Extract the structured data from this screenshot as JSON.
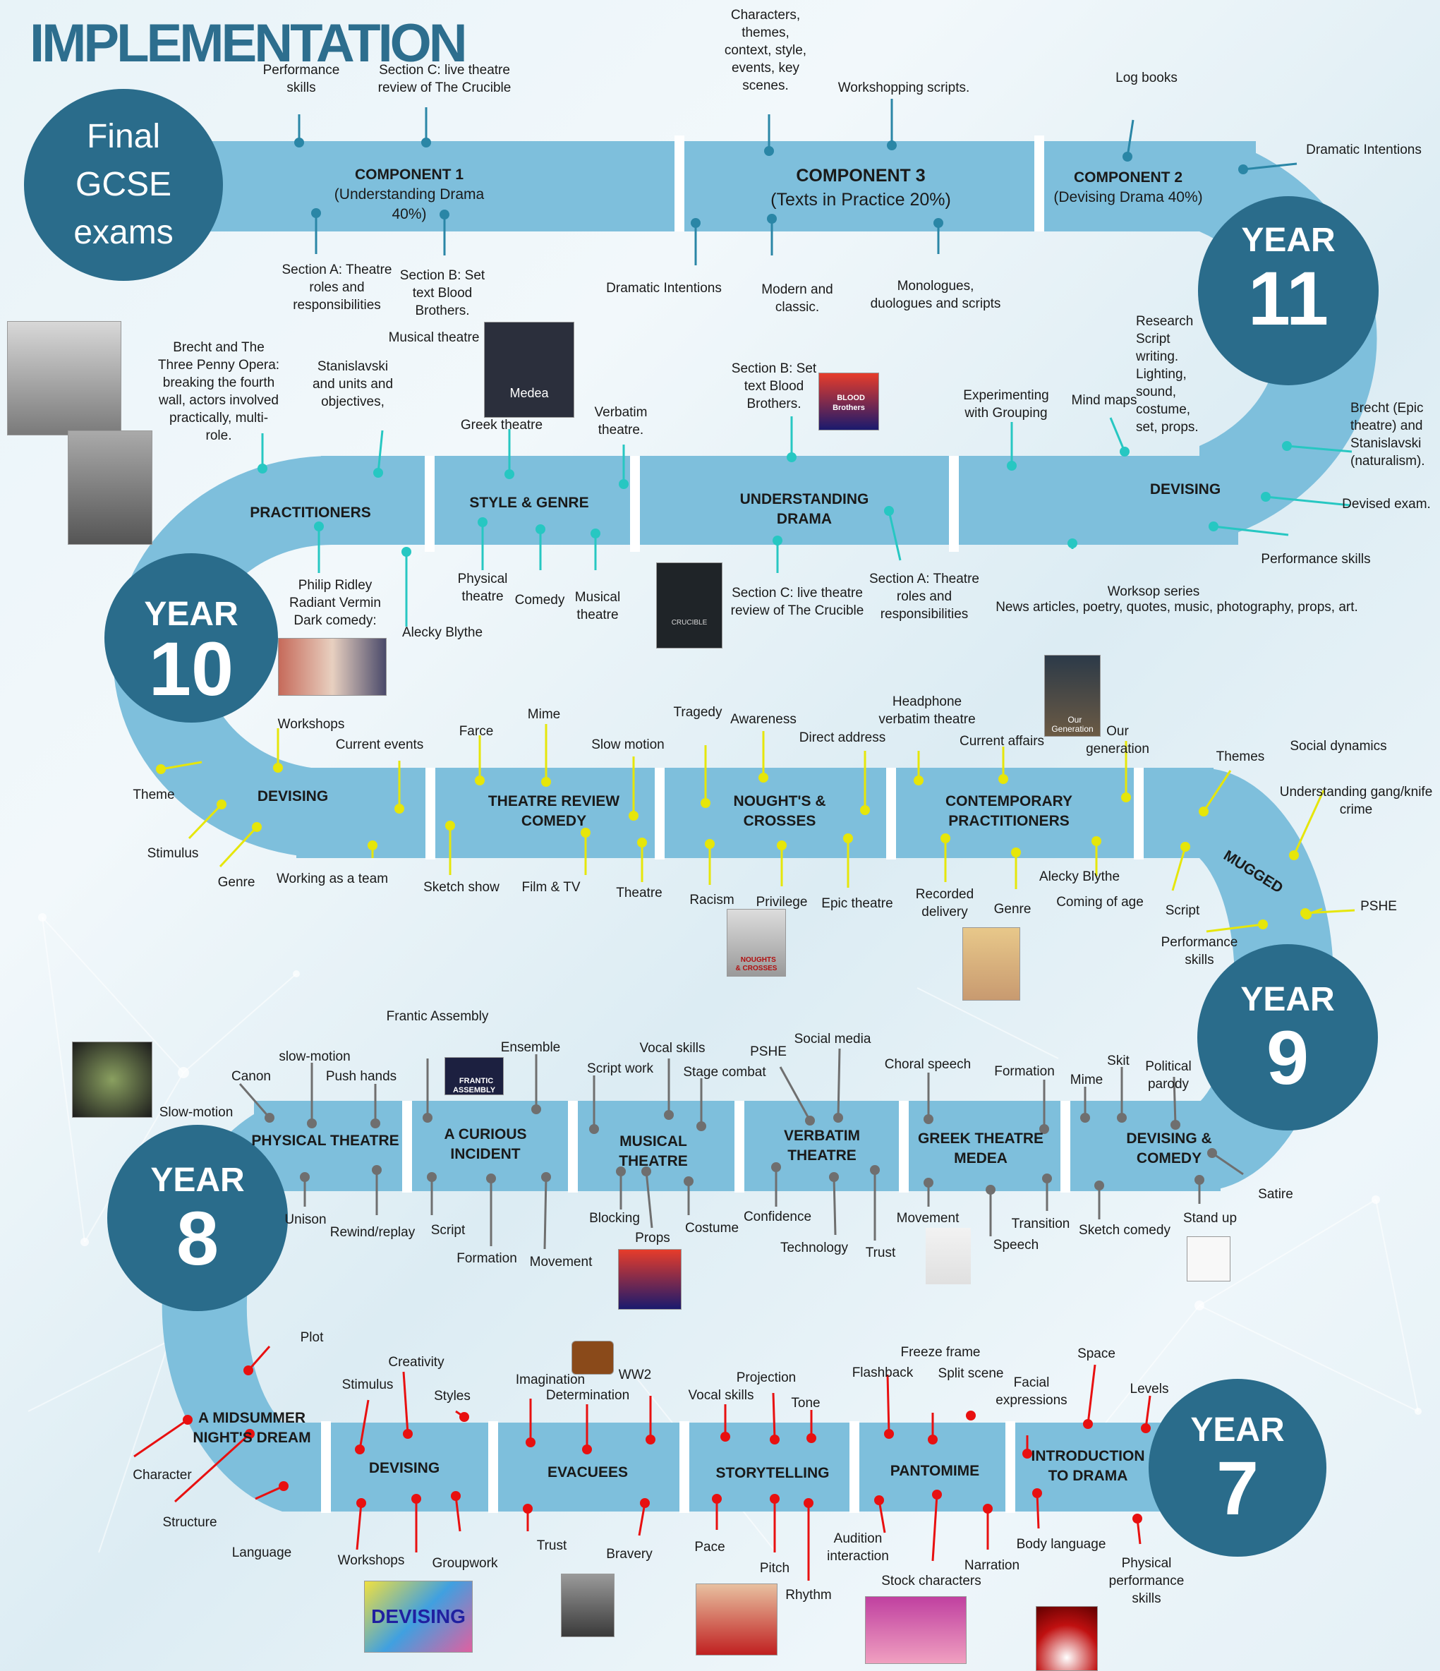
{
  "title": "IMPLEMENTATION",
  "final_exams": "Final GCSE exams",
  "years": {
    "y11": {
      "label": "YEAR",
      "num": "11"
    },
    "y10": {
      "label": "YEAR",
      "num": "10"
    },
    "y9": {
      "label": "YEAR",
      "num": "9"
    },
    "y8": {
      "label": "YEAR",
      "num": "8"
    },
    "y7": {
      "label": "YEAR",
      "num": "7"
    }
  },
  "segments": {
    "c1a": "COMPONENT 1",
    "c1b": "(Understanding Drama",
    "c1c": "40%)",
    "c3a": "COMPONENT 3",
    "c3b": "(Texts in Practice 20%)",
    "c2a": "COMPONENT 2",
    "c2b": "(Devising Drama 40%)",
    "practitioners": "PRACTITIONERS",
    "style_genre": "STYLE & GENRE",
    "ud1": "UNDERSTANDING",
    "ud2": "DRAMA",
    "devising10": "DEVISING",
    "devising9": "DEVISING",
    "trc1": "THEATRE REVIEW",
    "trc2": "COMEDY",
    "nc1": "NOUGHT'S &",
    "nc2": "CROSSES",
    "cp1": "CONTEMPORARY",
    "cp2": "PRACTITIONERS",
    "mugged": "MUGGED",
    "pt": "PHYSICAL THEATRE",
    "aci1": "A CURIOUS",
    "aci2": "INCIDENT",
    "mt1": "MUSICAL",
    "mt2": "THEATRE",
    "vt1": "VERBATIM",
    "vt2": "THEATRE",
    "gtm1": "GREEK THEATRE",
    "gtm2": "MEDEA",
    "dc1": "DEVISING &",
    "dc2": "COMEDY",
    "msnd1": "A MIDSUMMER",
    "msnd2": "NIGHT'S DREAM",
    "devising7": "DEVISING",
    "evacuees": "EVACUEES",
    "storytelling": "STORYTELLING",
    "pantomime": "PANTOMIME",
    "itd1": "INTRODUCTION",
    "itd2": "TO DRAMA"
  },
  "labels": {
    "perf_skills_11": "Performance\nskills",
    "sec_c_11": "Section C: live theatre\nreview of The Crucible",
    "characters": "Characters,\nthemes,\ncontext, style,\nevents, key\nscenes.",
    "workshopping": "Workshopping scripts.",
    "log_books": "Log books",
    "dramatic_int_r": "Dramatic Intentions",
    "sec_a_11": "Section A: Theatre\nroles and\nresponsibilities",
    "sec_b_11": "Section B: Set\ntext Blood\nBrothers.",
    "dramatic_int_11": "Dramatic Intentions",
    "modern": "Modern and\nclassic.",
    "monologues": "Monologues,\nduologues and scripts",
    "research": "Research\nScript\nwriting.\nLighting,\nsound,\ncostume,\nset, props.",
    "brecht_opera": "Brecht and The\nThree Penny Opera:\nbreaking the fourth\nwall, actors involved\npractically, multi-\nrole.",
    "stanislavski": "Stanislavski\nand units and\nobjectives,",
    "musical_theatre_10": "Musical theatre",
    "greek_theatre_10": "Greek theatre",
    "verbatim_10": "Verbatim\ntheatre.",
    "sec_b_10": "Section B: Set\ntext Blood\nBrothers.",
    "experimenting": "Experimenting\nwith Grouping",
    "mind_maps": "Mind maps",
    "brecht_epic": "Brecht (Epic\ntheatre) and\nStanislavski\n(naturalism).",
    "devised_exam": "Devised exam.",
    "perf_skills_10": "Performance skills",
    "philip": "Philip Ridley\nRadiant Vermin\nDark comedy:",
    "alecky_10": "Alecky Blythe",
    "physical_10": "Physical\ntheatre",
    "comedy_10": "Comedy",
    "musical_10b": "Musical\ntheatre",
    "sec_c_10": "Section C: live theatre\nreview of The Crucible",
    "sec_a_10": "Section A: Theatre\nroles and\nresponsibilities",
    "workshop_series": "Worksop series",
    "news": "News articles, poetry, quotes, music, photography,  props, art.",
    "workshops_9": "Workshops",
    "current_events": "Current events",
    "farce": "Farce",
    "mime_9": "Mime",
    "slow_motion_9": "Slow motion",
    "tragedy": "Tragedy",
    "awareness": "Awareness",
    "direct_address": "Direct address",
    "headphone": "Headphone\nverbatim theatre",
    "current_affairs": "Current affairs",
    "our_generation": "Our\ngeneration",
    "themes_9": "Themes",
    "social_dynamics": "Social dynamics",
    "gang": "Understanding gang/knife\ncrime",
    "theme_9": "Theme",
    "stimulus_9": "Stimulus",
    "genre_9a": "Genre",
    "working_team": "Working as a team",
    "sketch_show": "Sketch show",
    "film_tv": "Film & TV",
    "theatre_9": "Theatre",
    "racism": "Racism",
    "privilege": "Privilege",
    "epic_theatre": "Epic theatre",
    "recorded": "Recorded\ndelivery",
    "genre_9b": "Genre",
    "alecky_9": "Alecky Blythe",
    "coming_of_age": "Coming of age",
    "script_9": "Script",
    "perf_skills_9": "Performance\nskills",
    "pshe_9": "PSHE",
    "frantic": "Frantic Assembly",
    "slow_motion_8": "slow-motion",
    "canon": "Canon",
    "push_hands": "Push hands",
    "ensemble": "Ensemble",
    "slow_motion_8b": "Slow-motion",
    "script_work": "Script work",
    "vocal_skills_8": "Vocal skills",
    "stage_combat": "Stage combat",
    "pshe_8": "PSHE",
    "social_media": "Social media",
    "choral": "Choral speech",
    "formation_8b": "Formation",
    "mime_8": "Mime",
    "skit": "Skit",
    "political": "Political\nparody",
    "satire": "Satire",
    "unison": "Unison",
    "rewind": "Rewind/replay",
    "script_8": "Script",
    "formation_8": "Formation",
    "movement_8": "Movement",
    "blocking": "Blocking",
    "props": "Props",
    "costume": "Costume",
    "confidence": "Confidence",
    "technology": "Technology",
    "trust_8": "Trust",
    "movement_8b": "Movement",
    "transition": "Transition",
    "speech": "Speech",
    "sketch_comedy": "Sketch comedy",
    "stand_up": "Stand up",
    "plot": "Plot",
    "creativity": "Creativity",
    "stimulus_7": "Stimulus",
    "styles": "Styles",
    "imagination": "Imagination",
    "determination": "Determination",
    "ww2": "WW2",
    "vocal_skills_7": "Vocal skills",
    "projection": "Projection",
    "tone": "Tone",
    "flashback": "Flashback",
    "freeze_frame": "Freeze frame",
    "split_scene": "Split scene",
    "facial": "Facial\nexpressions",
    "space": "Space",
    "levels": "Levels",
    "character": "Character",
    "structure": "Structure",
    "language": "Language",
    "workshops_7": "Workshops",
    "groupwork": "Groupwork",
    "trust_7": "Trust",
    "bravery": "Bravery",
    "pace": "Pace",
    "pitch": "Pitch",
    "rhythm": "Rhythm",
    "audition": "Audition\ninteraction",
    "stock": "Stock characters",
    "narration": "Narration",
    "body_language": "Body language",
    "physical_perf": "Physical\nperformance\nskills"
  },
  "image_text": {
    "medea": "Medea",
    "frantic_logo": "FRANTIC\nASSEMBLY",
    "blood_brothers": "BLOOD\nBrothers",
    "crucible": "CRUCIBLE",
    "noughts": "NOUGHTS\n& CROSSES",
    "devising_img": "DEVISING",
    "our_gen_img": "Our\nGeneration"
  },
  "colors": {
    "track": "#7ebfdc",
    "circle": "#2a6c8b",
    "title": "#2d6e8e",
    "y11_pin": "#2a86a6",
    "y10_pin": "#27c7c2",
    "y9_pin": "#e6e60a",
    "y8_pin": "#6f6f6f",
    "y7_pin": "#e81010"
  }
}
